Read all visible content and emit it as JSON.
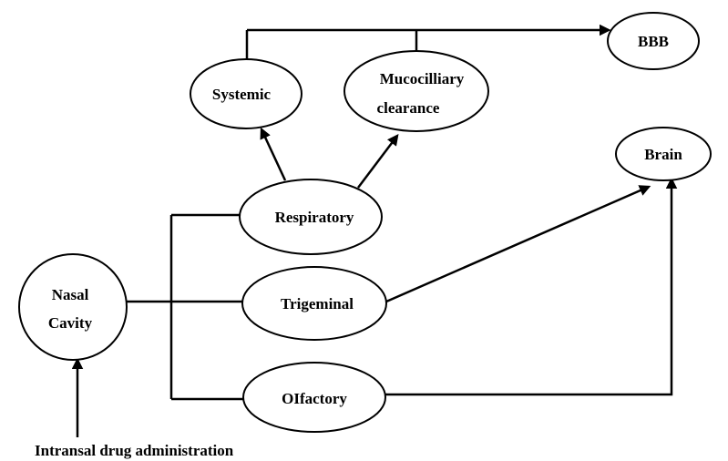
{
  "nodes": {
    "bbb": "BBB",
    "systemic": "Systemic",
    "mucociliary_line1": "Mucocilliary",
    "mucociliary_line2": "clearance",
    "brain": "Brain",
    "respiratory": "Respiratory",
    "nasal_line1": "Nasal",
    "nasal_line2": "Cavity",
    "trigeminal": "Trigeminal",
    "olfactory": "OIfactory"
  },
  "caption": "Intransal drug administration",
  "colors": {
    "stroke": "#000000",
    "background": "#ffffff"
  }
}
